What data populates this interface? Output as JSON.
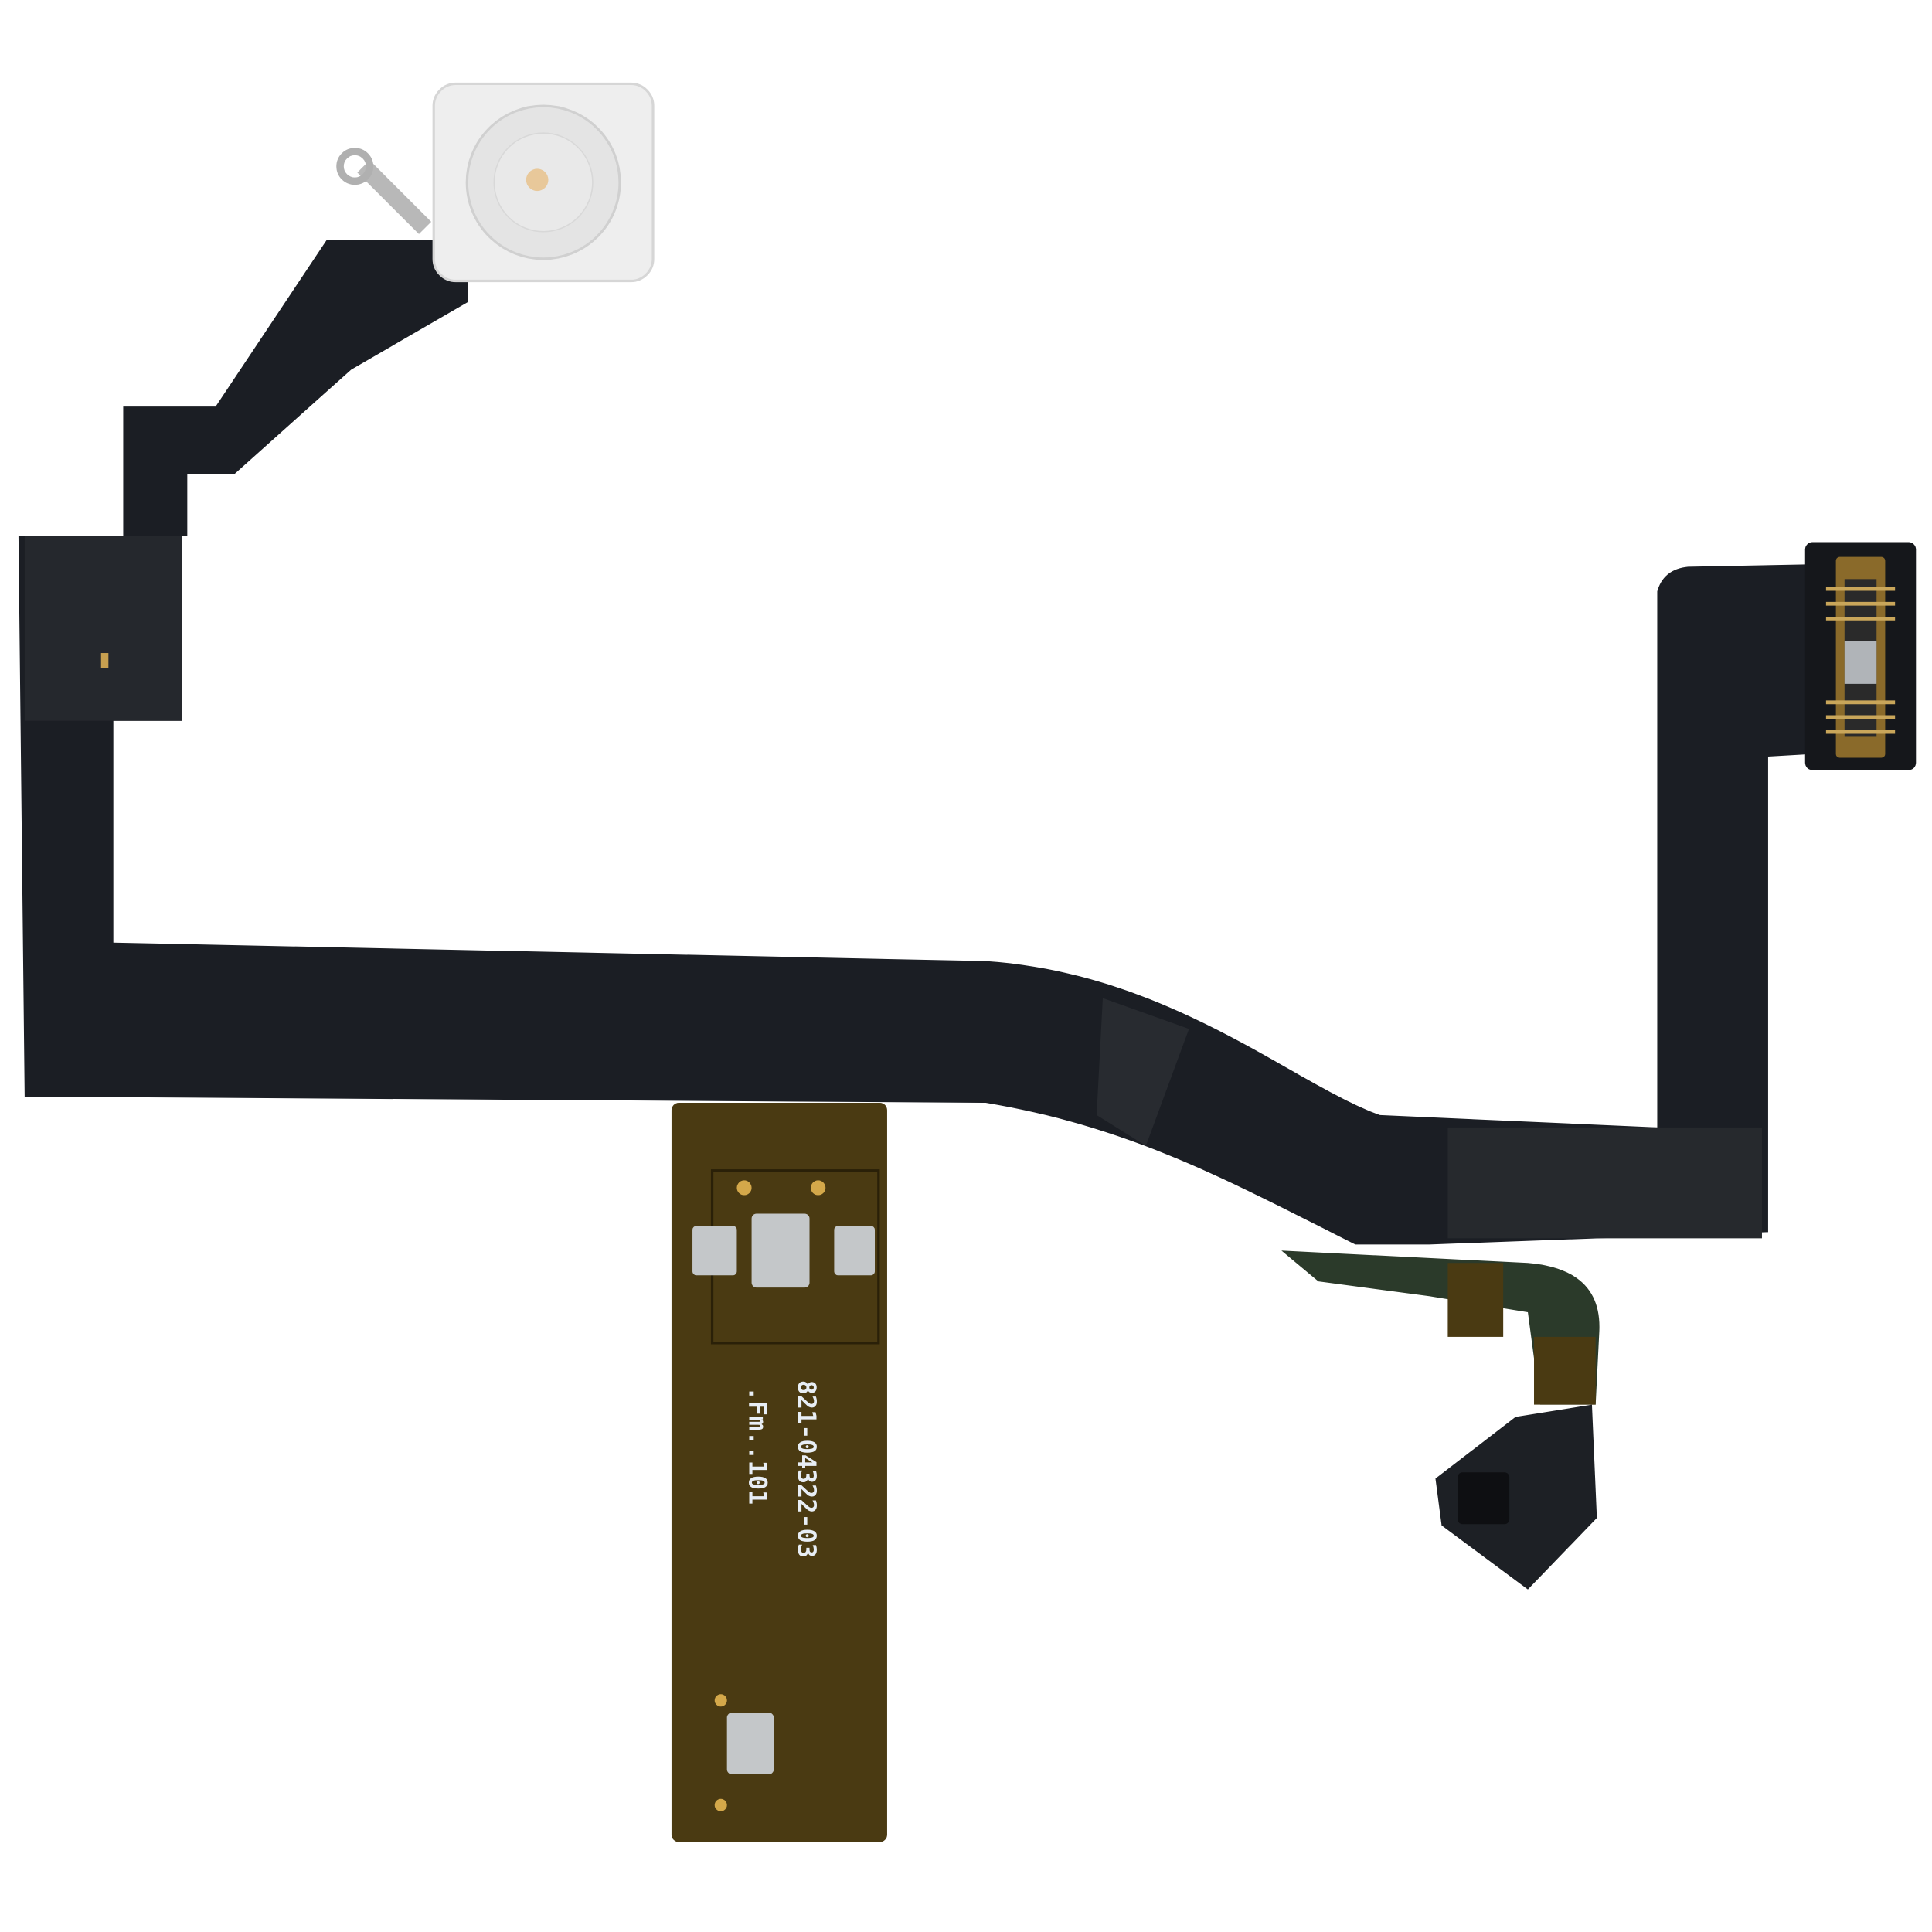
{
  "product": {
    "part_number": "821-04322-03",
    "secondary_marking": ".Fm..101"
  },
  "colors": {
    "background": "#ffffff",
    "flex_black": "#1b1e24",
    "stiffener_gold": "#4a3a12",
    "tail_green": "#2b3a2a",
    "pad_silver": "#c4c7c9",
    "lens_white": "#eeeeee"
  },
  "components": [
    "flash-lens",
    "ground-ring-tab",
    "board-connector",
    "contact-pads",
    "sensor-foot"
  ]
}
